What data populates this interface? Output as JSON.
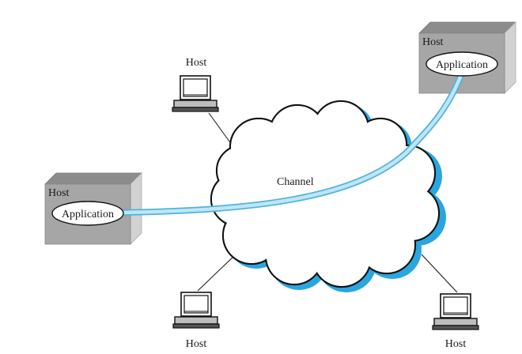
{
  "channel": {
    "label": "Channel"
  },
  "hosts": {
    "top_left_host": "Host",
    "bottom_left_host": "Host",
    "bottom_right_host": "Host",
    "left_server_host": "Host",
    "right_server_host": "Host"
  },
  "applications": {
    "left_app": "Application",
    "right_app": "Application"
  },
  "colors": {
    "channel_pipe": "#9fd6ee",
    "channel_pipe_edge": "#4fb3dd",
    "cloud_shadow": "#29a6df",
    "server_front": "#a6a6a6",
    "server_top": "#8c8c8c",
    "server_side": "#d2d2d2"
  }
}
